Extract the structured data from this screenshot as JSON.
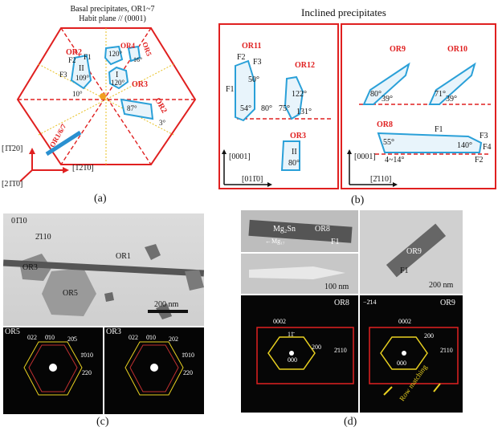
{
  "panel_a": {
    "title_line1": "Basal precipitates, OR1~7",
    "title_line2": "Habit plane // (0001)",
    "labels": {
      "OR2_left": "OR2",
      "OR4": "OR4",
      "OR5": "OR5",
      "OR3": "OR3",
      "OR2_right": "OR2",
      "OR1": "OR1/6/7",
      "F1": "F1",
      "F2": "F2",
      "F3": "F3",
      "II": "II",
      "I": "I",
      "a109": "109°",
      "a120a": "120°",
      "a120b": "120°",
      "a16": "16°",
      "a10": "10°",
      "a87": "87°",
      "a3": "3°",
      "ax1": "[1̄1̄20]",
      "ax2": "[1̄21̄0]",
      "ax3": "[21̄1̄0]"
    },
    "caption": "(a)"
  },
  "panel_b": {
    "title": "Inclined precipitates",
    "caption": "(b)",
    "left": {
      "OR11": "OR11",
      "OR12": "OR12",
      "OR3": "OR3",
      "a50": "50°",
      "a54": "54°",
      "a80": "80°",
      "a75": "75°",
      "a122": "122°",
      "a131": "131°",
      "a80b": "80°",
      "II": "II",
      "F1": "F1",
      "F2": "F2",
      "F3": "F3",
      "ax_v": "[0001]",
      "ax_h": "[011̄0]"
    },
    "right": {
      "OR9": "OR9",
      "OR10": "OR10",
      "OR8": "OR8",
      "a80": "80°",
      "a39a": "39°",
      "a71": "71°",
      "a39b": "39°",
      "a55": "55°",
      "a140": "140°",
      "a414": "4~14°",
      "F1": "F1",
      "F2": "F2",
      "F3": "F3",
      "F4": "F4",
      "ax_v": "[0001]",
      "ax_h": "[2̄110]"
    }
  },
  "panel_c": {
    "caption": "(c)",
    "ax_up": "01̄10",
    "ax_right": "2̄110",
    "OR1": "OR1",
    "OR3": "OR3",
    "OR5": "OR5",
    "scale": "200 nm",
    "sad_left": {
      "name": "OR5",
      "i1": "022",
      "i2": "0̄10",
      "i3": "20̄5",
      "i4": "1̄010",
      "i5": "2̄20"
    },
    "sad_right": {
      "name": "OR3",
      "i1": "022",
      "i2": "0̄10",
      "i3": "202",
      "i4": "1̄010",
      "i5": "2̄20"
    }
  },
  "panel_d": {
    "caption": "(d)",
    "mg2sn": "Mg₂Sn",
    "or8": "OR8",
    "mg17": "←Mg₁₇",
    "f1": "F1",
    "or9": "OR9",
    "f1b": "F1",
    "scale1": "100 nm",
    "scale2": "200 nm",
    "sad_left": {
      "name": "OR8",
      "i1": "0002",
      "i2": "11̄",
      "i3": "200",
      "i4": "000",
      "i5": "2̄110"
    },
    "sad_right": {
      "name": "OR9",
      "i1": "−2̄14",
      "i2": "0002",
      "i3": "200",
      "i4": "000",
      "i5": "2̄110",
      "row": "Row matching"
    }
  },
  "colors": {
    "red": "#e02020",
    "blue": "#2aa0d8",
    "yellow": "#e8d020"
  }
}
